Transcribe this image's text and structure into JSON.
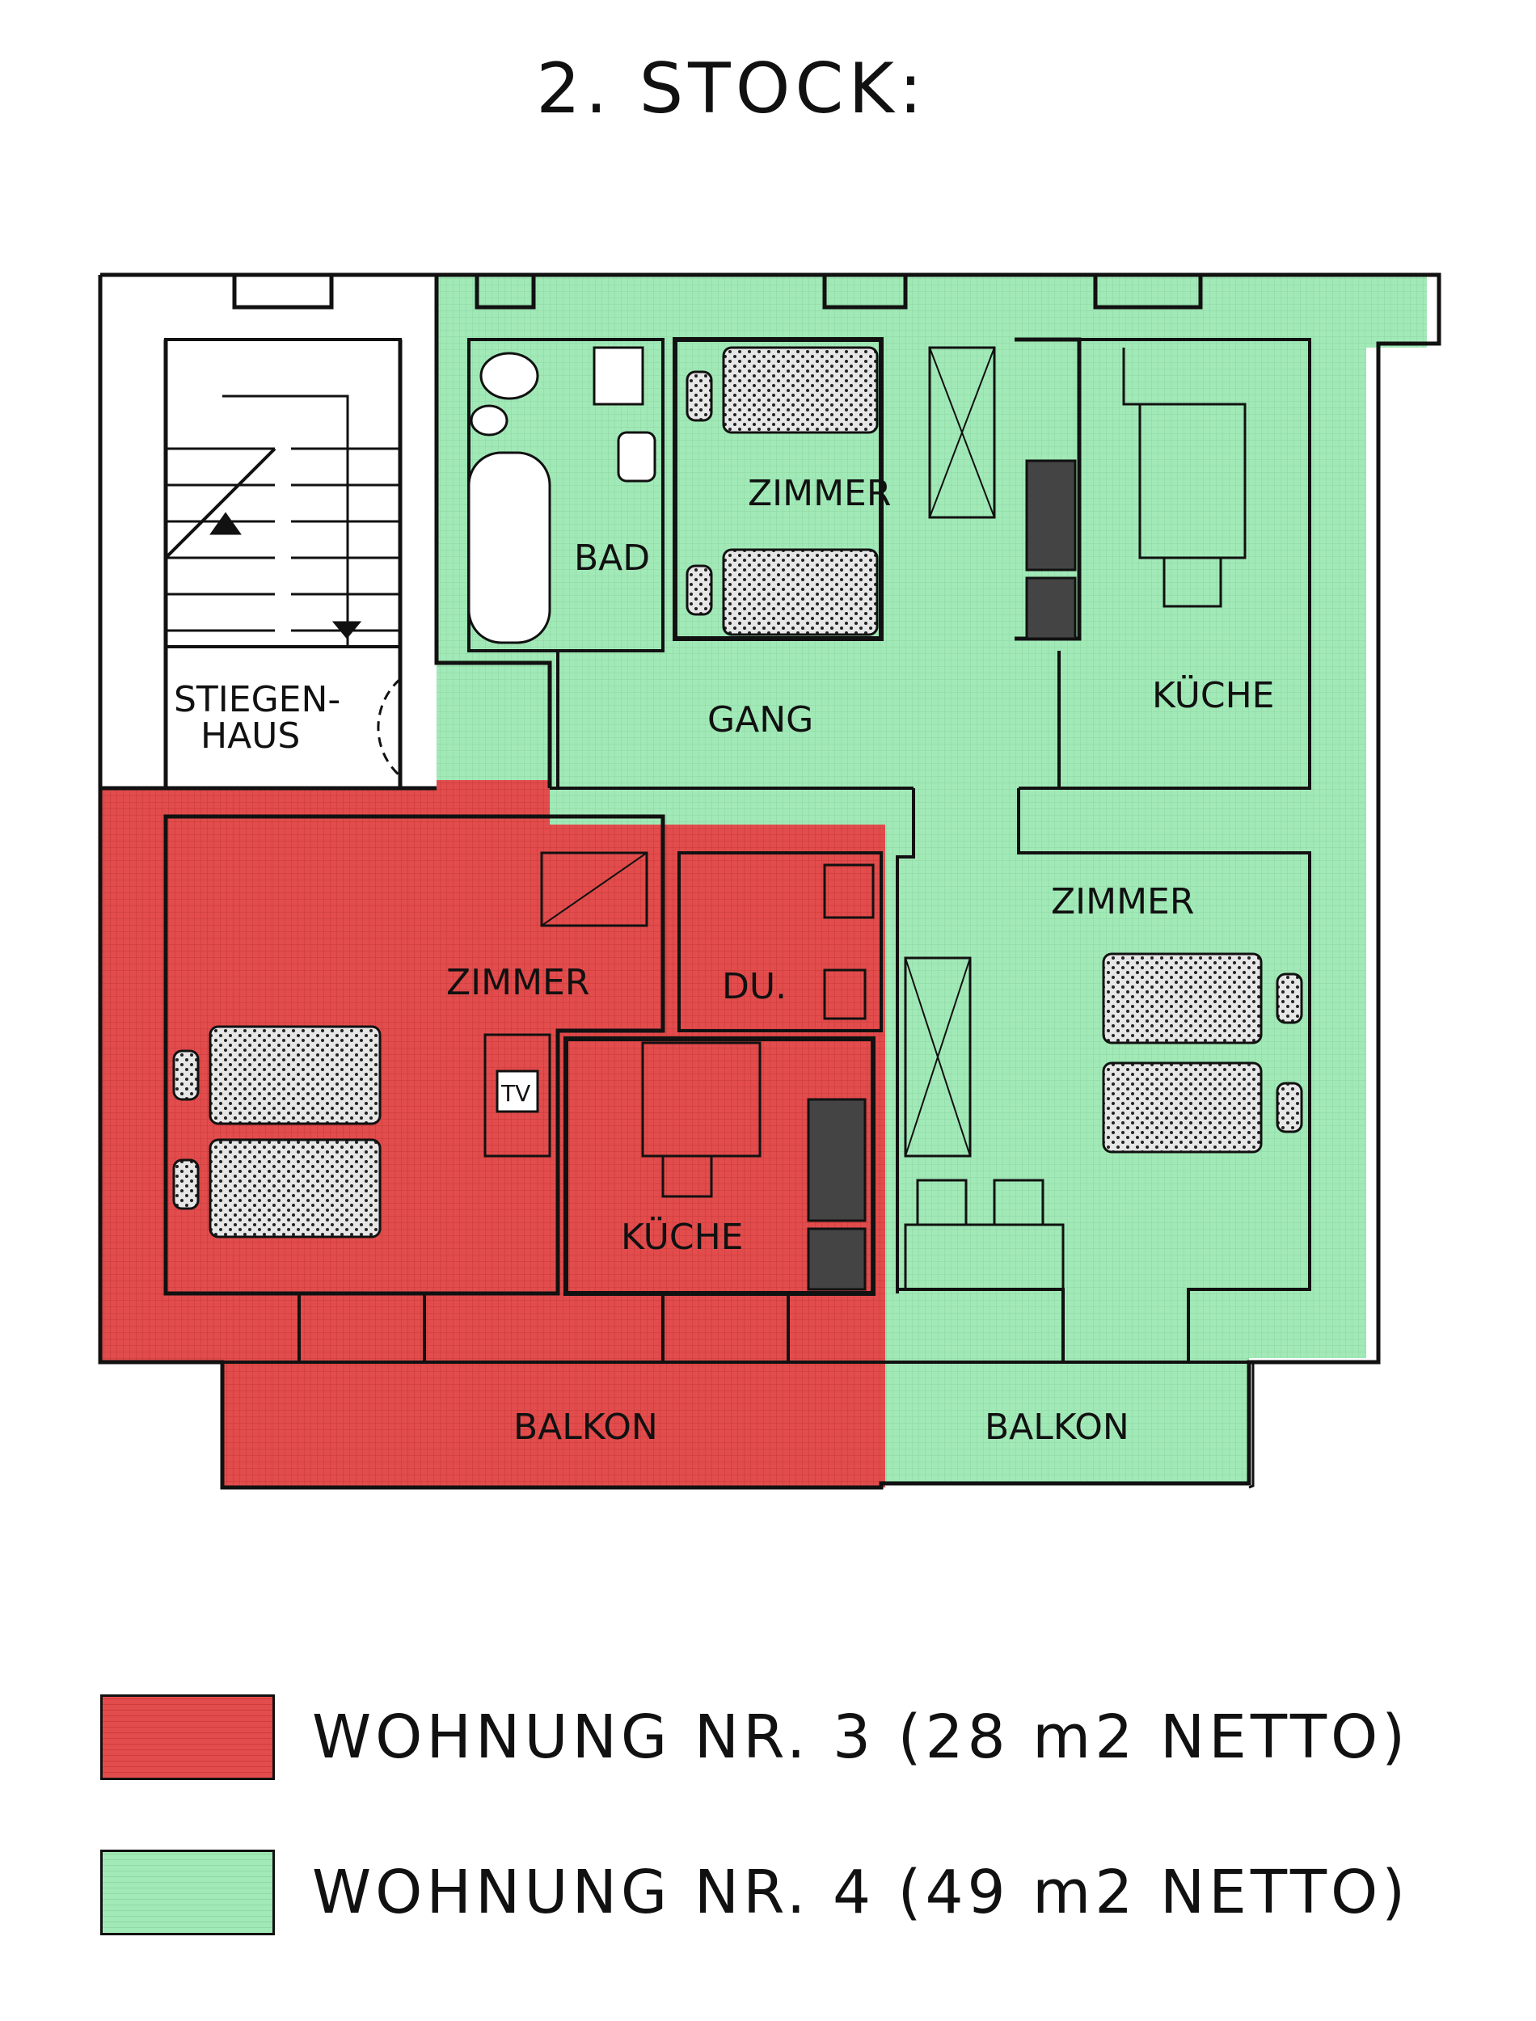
{
  "title": "2. STOCK:",
  "colors": {
    "wohnung3": "#e04a4a",
    "wohnung4": "#9ee8b4",
    "wall": "#111111",
    "bed": "#e8e8e8"
  },
  "rooms": {
    "stiegenhaus_l1": "STIEGEN-",
    "stiegenhaus_l2": "HAUS",
    "bad": "BAD",
    "zimmer_top": "ZIMMER",
    "gang": "GANG",
    "kueche_top": "KÜCHE",
    "zimmer_red": "ZIMMER",
    "dusche": "DU.",
    "tv": "TV",
    "kueche_red": "KÜCHE",
    "zimmer_right": "ZIMMER",
    "balkon_left": "BALKON",
    "balkon_right": "BALKON"
  },
  "legend": [
    {
      "label": "WOHNUNG NR. 3 (28 m2 NETTO)",
      "color": "#e04a4a"
    },
    {
      "label": "WOHNUNG NR. 4 (49 m2 NETTO)",
      "color": "#9ee8b4"
    }
  ]
}
